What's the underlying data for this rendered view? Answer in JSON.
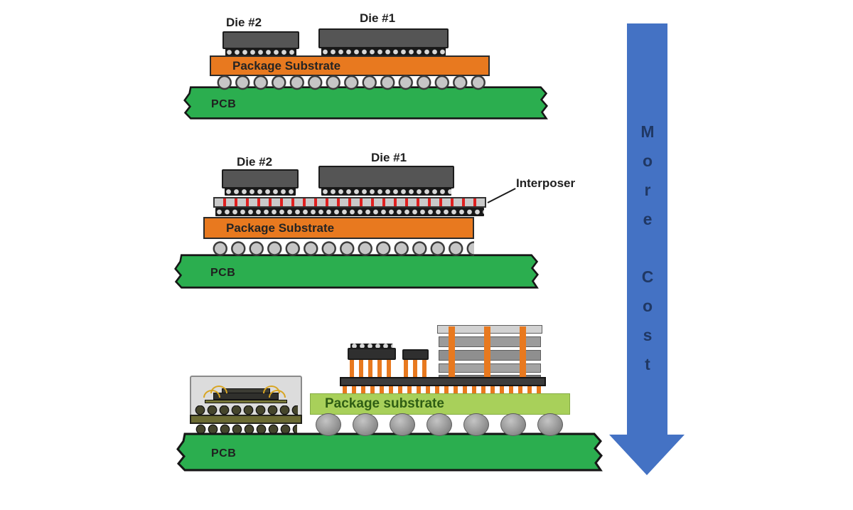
{
  "colors": {
    "pcb_green": "#2BAE4F",
    "substrate_orange": "#E8791F",
    "substrate_light_green": "#A8D05A",
    "die_gray": "#555555",
    "interposer_gray": "#C9C9C9",
    "tsv_red": "#E02020",
    "pillar_orange": "#E8791F",
    "arrow_blue": "#4472C4",
    "label_dark": "#1F1F1F",
    "substrate_label_green": "#2F5E14"
  },
  "diagram_2d": {
    "die2_label": "Die #2",
    "die1_label": "Die #1",
    "substrate_label": "Package Substrate",
    "pcb_label": "PCB"
  },
  "diagram_25d": {
    "die2_label": "Die #2",
    "die1_label": "Die #1",
    "interposer_label": "Interposer",
    "substrate_label": "Package Substrate",
    "pcb_label": "PCB"
  },
  "diagram_3d": {
    "substrate_label": "Package substrate",
    "pcb_label": "PCB"
  },
  "cost_arrow": {
    "word_top": "More",
    "word_bottom": "Cost"
  }
}
